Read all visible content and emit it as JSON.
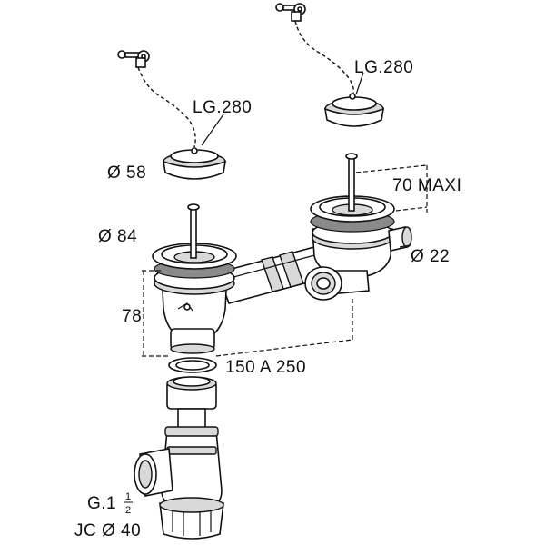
{
  "labels": {
    "chain_length_left": "LG.280",
    "chain_length_right": "LG.280",
    "plug_diameter": "Ø 58",
    "basket_diameter": "Ø 84",
    "depth_max": "70 MAXI",
    "outlet_diameter": "Ø 22",
    "height": "78",
    "spacing_range": "150 A 250",
    "thread_prefix": "G.1",
    "thread_fraction_num": "1",
    "thread_fraction_den": "2",
    "connection": "JC Ø 40"
  }
}
